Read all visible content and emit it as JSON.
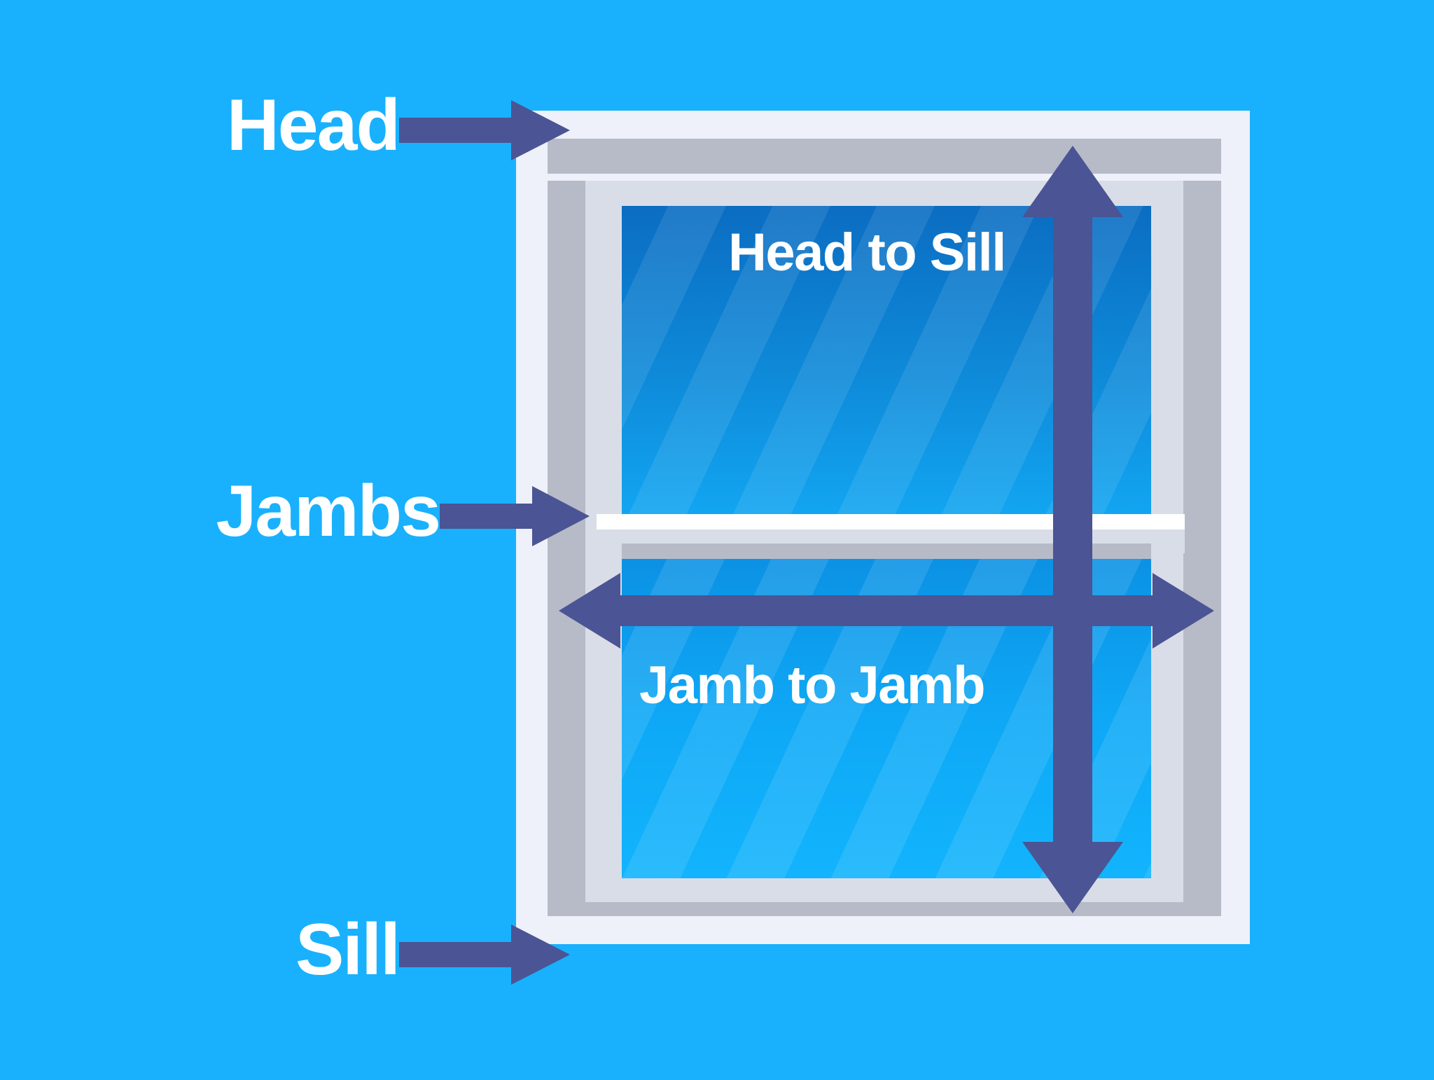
{
  "diagram": {
    "title": "Window measurement terminology diagram",
    "background_color": "#19b1fd",
    "arrow_color": "#4b5494",
    "frame_color": "#eef1fa",
    "frame_shadow_color": "#b7bbc7",
    "glass_color_top": "#0b6dc2",
    "glass_color_bottom": "#12b4fd",
    "label_color": "#ffffff"
  },
  "callouts": [
    {
      "id": "head",
      "label": "Head",
      "icon": "arrow-right-icon"
    },
    {
      "id": "jambs",
      "label": "Jambs",
      "icon": "arrow-right-icon"
    },
    {
      "id": "sill",
      "label": "Sill",
      "icon": "arrow-right-icon"
    }
  ],
  "measurements": [
    {
      "id": "head-to-sill",
      "label": "Head to Sill",
      "orientation": "vertical",
      "icon": "double-arrow-vertical-icon"
    },
    {
      "id": "jamb-to-jamb",
      "label": "Jamb to Jamb",
      "orientation": "horizontal",
      "icon": "double-arrow-horizontal-icon"
    }
  ],
  "window": {
    "parts": [
      {
        "id": "head",
        "name": "Head"
      },
      {
        "id": "jamb-left",
        "name": "Left Jamb"
      },
      {
        "id": "jamb-right",
        "name": "Right Jamb"
      },
      {
        "id": "sill",
        "name": "Sill"
      },
      {
        "id": "upper-sash",
        "name": "Upper Sash Glass"
      },
      {
        "id": "lower-sash",
        "name": "Lower Sash Glass"
      },
      {
        "id": "meeting-rail",
        "name": "Meeting Rail"
      }
    ]
  }
}
